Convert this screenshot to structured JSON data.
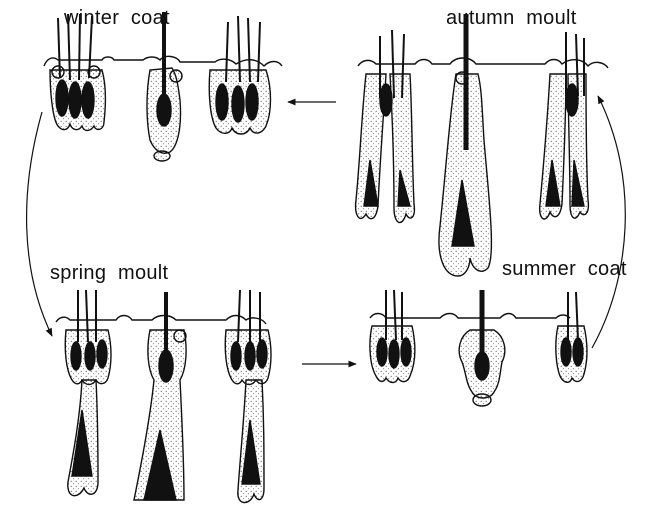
{
  "labels": {
    "winter": "winter  coat",
    "autumn": "autumn  moult",
    "spring": "spring  moult",
    "summer": "summer  coat"
  },
  "colors": {
    "ink": "#111111",
    "paper": "#ffffff",
    "stipple": "#555555"
  },
  "icons": {
    "cycle_arrows": [
      "arrow-autumn-to-winter",
      "arrow-winter-to-spring",
      "arrow-spring-to-summer",
      "arrow-summer-to-autumn"
    ]
  }
}
